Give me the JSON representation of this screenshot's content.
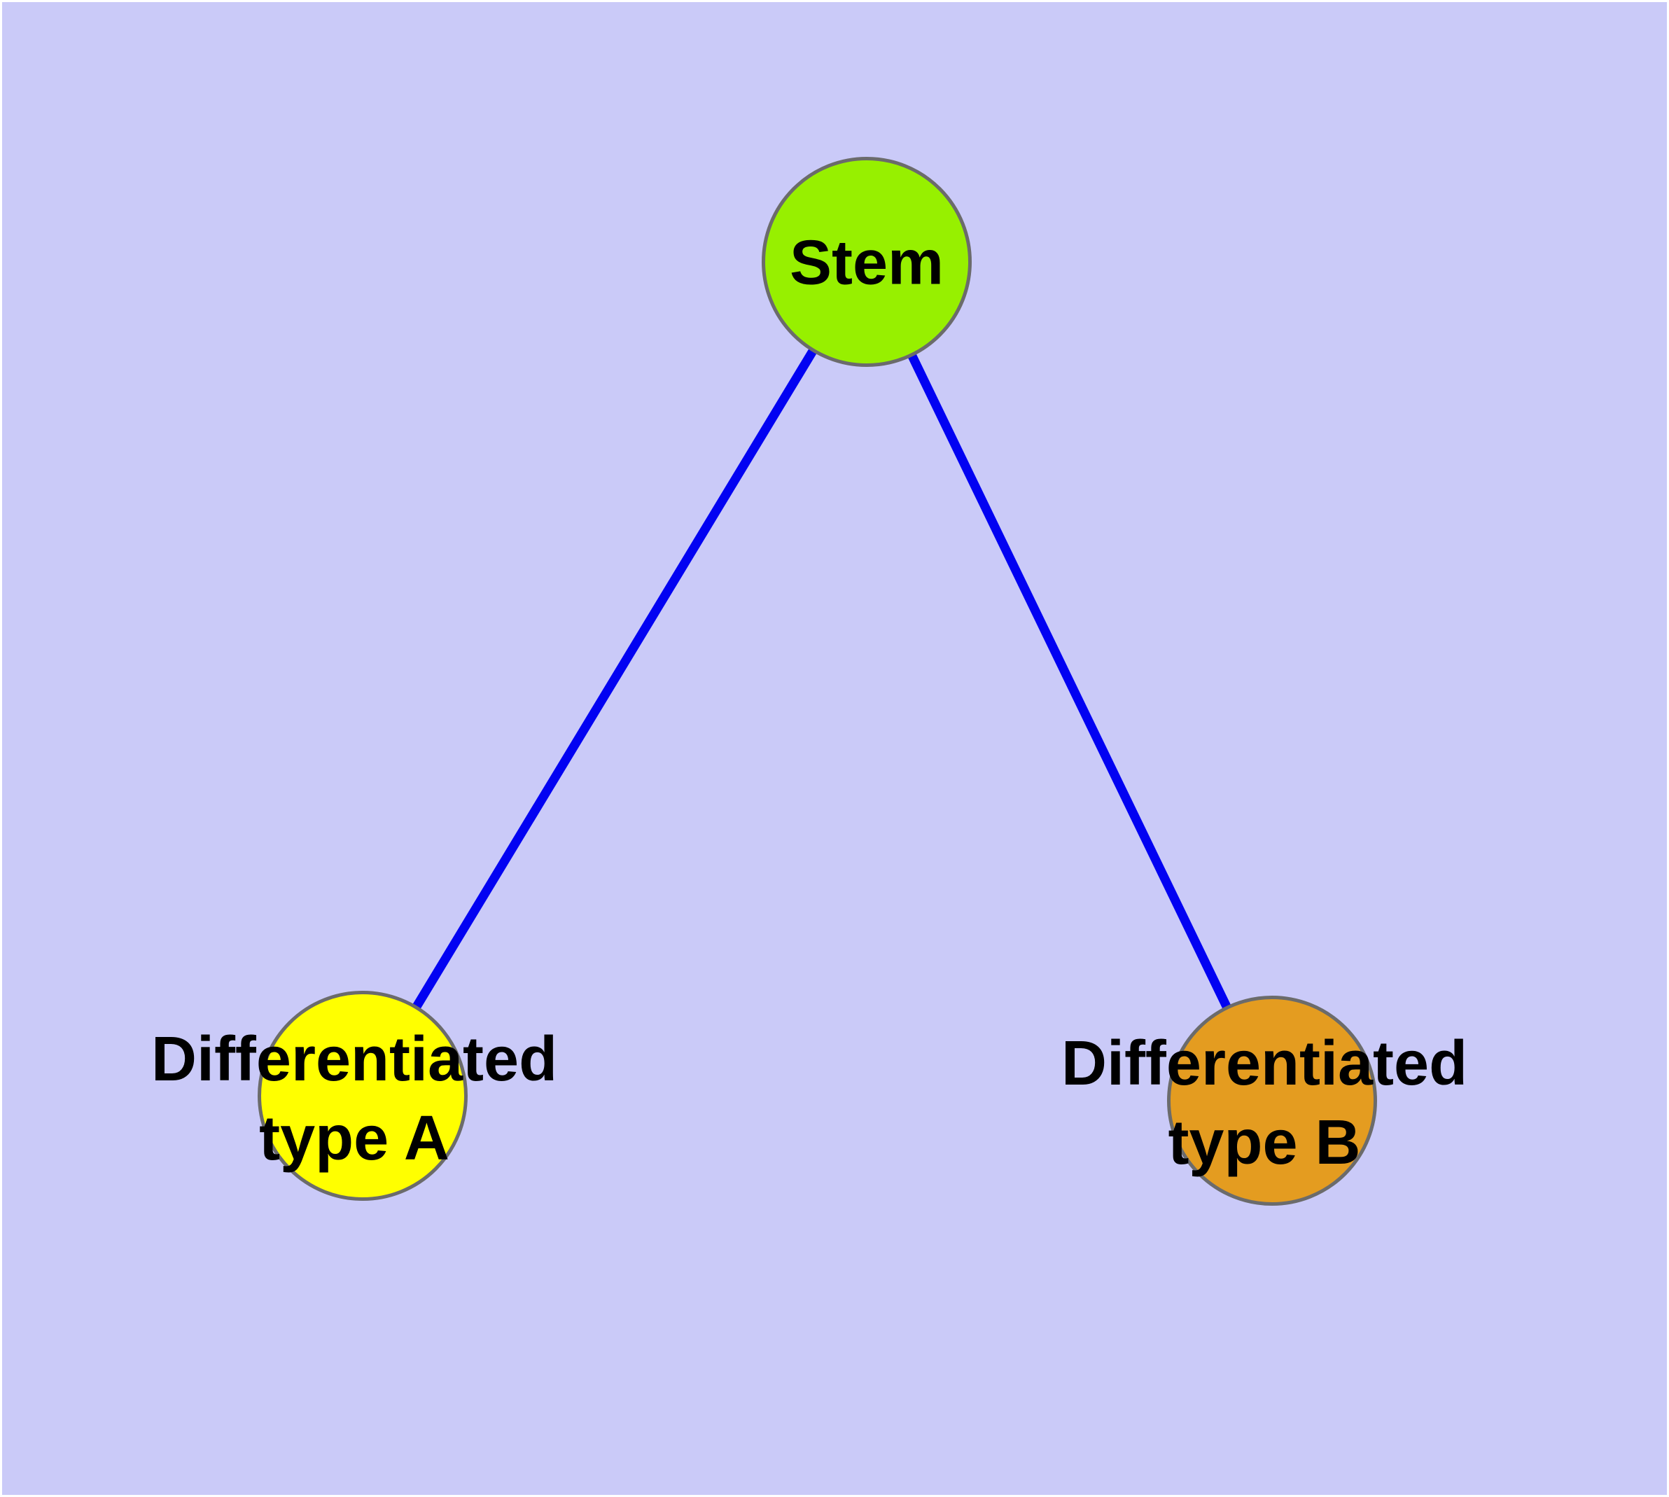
{
  "diagram": {
    "type": "node-link-graph",
    "background_color": "#CACAF8",
    "frame_color": "#FFFFFF",
    "edge_color": "#0202F2",
    "node_border_color": "#6B6B6B",
    "label_color": "#000000",
    "nodes": [
      {
        "id": "stem",
        "label": "Stem",
        "fill_color": "#97F000"
      },
      {
        "id": "type-a",
        "label": "Differentiated type A",
        "label_line1": "Differentiated",
        "label_line2": "type A",
        "fill_color": "#FFFF00"
      },
      {
        "id": "type-b",
        "label": "Differentiated type B",
        "label_line1": "Differentiated",
        "label_line2": "type B",
        "fill_color": "#E49C20"
      }
    ],
    "edges": [
      {
        "from": "Stem",
        "to": "Differentiated type A"
      },
      {
        "from": "Stem",
        "to": "Differentiated type B"
      }
    ]
  }
}
